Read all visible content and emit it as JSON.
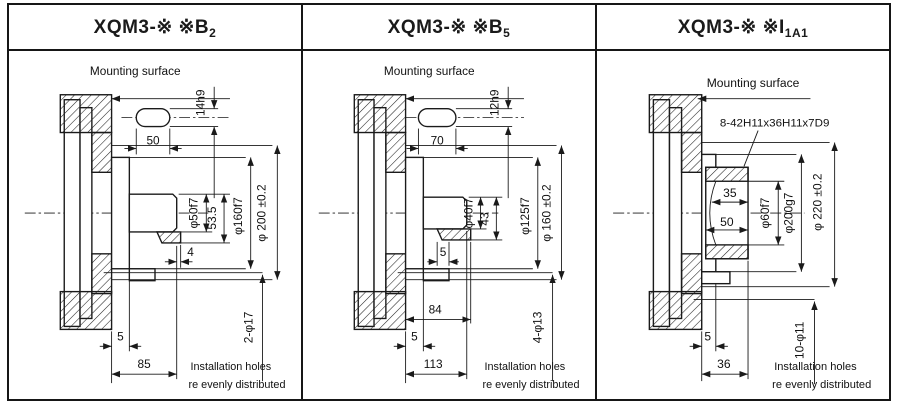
{
  "colors": {
    "line": "#1a1a1a",
    "background": "#ffffff"
  },
  "panels": [
    {
      "title_main": "XQM3-※ ※B",
      "title_sub": "2",
      "mounting_label": "Mounting surface",
      "key_detail": {
        "width": "50",
        "height": "14h9"
      },
      "dims": {
        "shaft_dia": "φ50f7",
        "across_key": "53.5",
        "register_dia": "φ160f7",
        "flange_dia": "φ 200 ±0.2",
        "key_offset": "4",
        "register_depth": "5",
        "total_length": "85",
        "holes": "2-φ17"
      },
      "note_line1": "Installation holes",
      "note_line2": "re evenly distributed"
    },
    {
      "title_main": "XQM3-※ ※B",
      "title_sub": "5",
      "mounting_label": "Mounting surface",
      "key_detail": {
        "width": "70",
        "height": "12h9"
      },
      "dims": {
        "shaft_dia": "φ40f7",
        "across_key": "43",
        "register_dia": "φ125f7",
        "flange_dia": "φ 160 ±0.2",
        "key_offset": "5",
        "key_length": "84",
        "register_depth": "5",
        "total_length": "113",
        "holes": "4-φ13"
      },
      "note_line1": "Installation holes",
      "note_line2": "re evenly distributed"
    },
    {
      "title_main": "XQM3-※ ※I",
      "title_sub": "1A1",
      "mounting_label": "Mounting surface",
      "spline_spec": "8-42H11x36H11x7D9",
      "dims": {
        "spline_width": "35",
        "socket_depth": "50",
        "bore_dia": "φ60f7",
        "pilot_dia": "φ200g7",
        "flange_dia": "φ 220 ±0.2",
        "register_depth": "5",
        "socket_length": "36",
        "holes": "10-φ11"
      },
      "note_line1": "Installation holes",
      "note_line2": "re evenly distributed"
    }
  ]
}
